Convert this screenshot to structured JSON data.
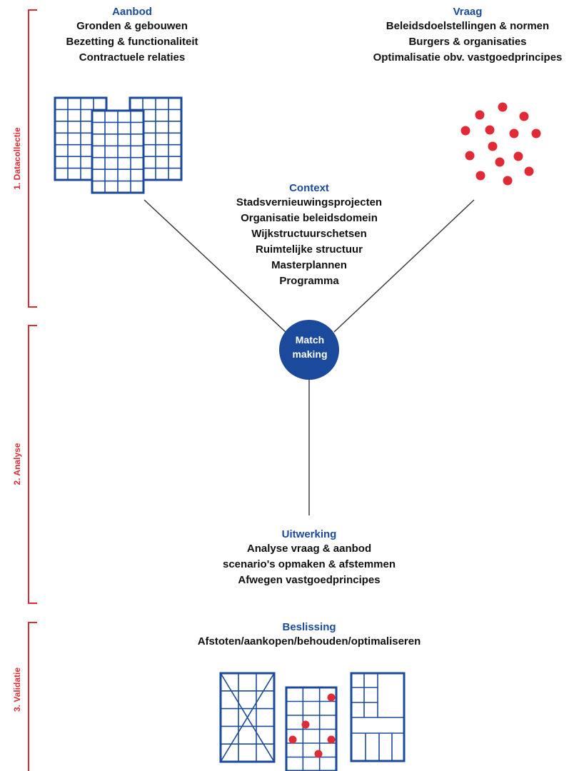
{
  "phases": [
    {
      "label": "1. Datacollectie"
    },
    {
      "label": "2. Analyse"
    },
    {
      "label": "3. Validatie"
    }
  ],
  "aanbod": {
    "heading": "Aanbod",
    "items": [
      "Gronden & gebouwen",
      "Bezetting & functionaliteit",
      "Contractuele relaties"
    ]
  },
  "vraag": {
    "heading": "Vraag",
    "items": [
      "Beleidsdoelstellingen & normen",
      "Burgers & organisaties",
      "Optimalisatie obv. vastgoedprincipes"
    ]
  },
  "context": {
    "heading": "Context",
    "items": [
      "Stadsvernieuwingsprojecten",
      "Organisatie beleidsdomein",
      "Wijkstructuurschetsen",
      "Ruimtelijke structuur",
      "Masterplannen",
      "Programma"
    ]
  },
  "matchmaking": {
    "line1": "Match",
    "line2": "making"
  },
  "uitwerking": {
    "heading": "Uitwerking",
    "items": [
      "Analyse vraag & aanbod",
      "scenario's opmaken & afstemmen",
      "Afwegen vastgoedprincipes"
    ]
  },
  "beslissing": {
    "heading": "Beslissing",
    "items": [
      "Afstoten/aankopen/behouden/optimaliseren"
    ]
  },
  "colors": {
    "blue": "#1b4a9c",
    "red": "#e02b36",
    "text": "#111111",
    "line": "#333333"
  }
}
